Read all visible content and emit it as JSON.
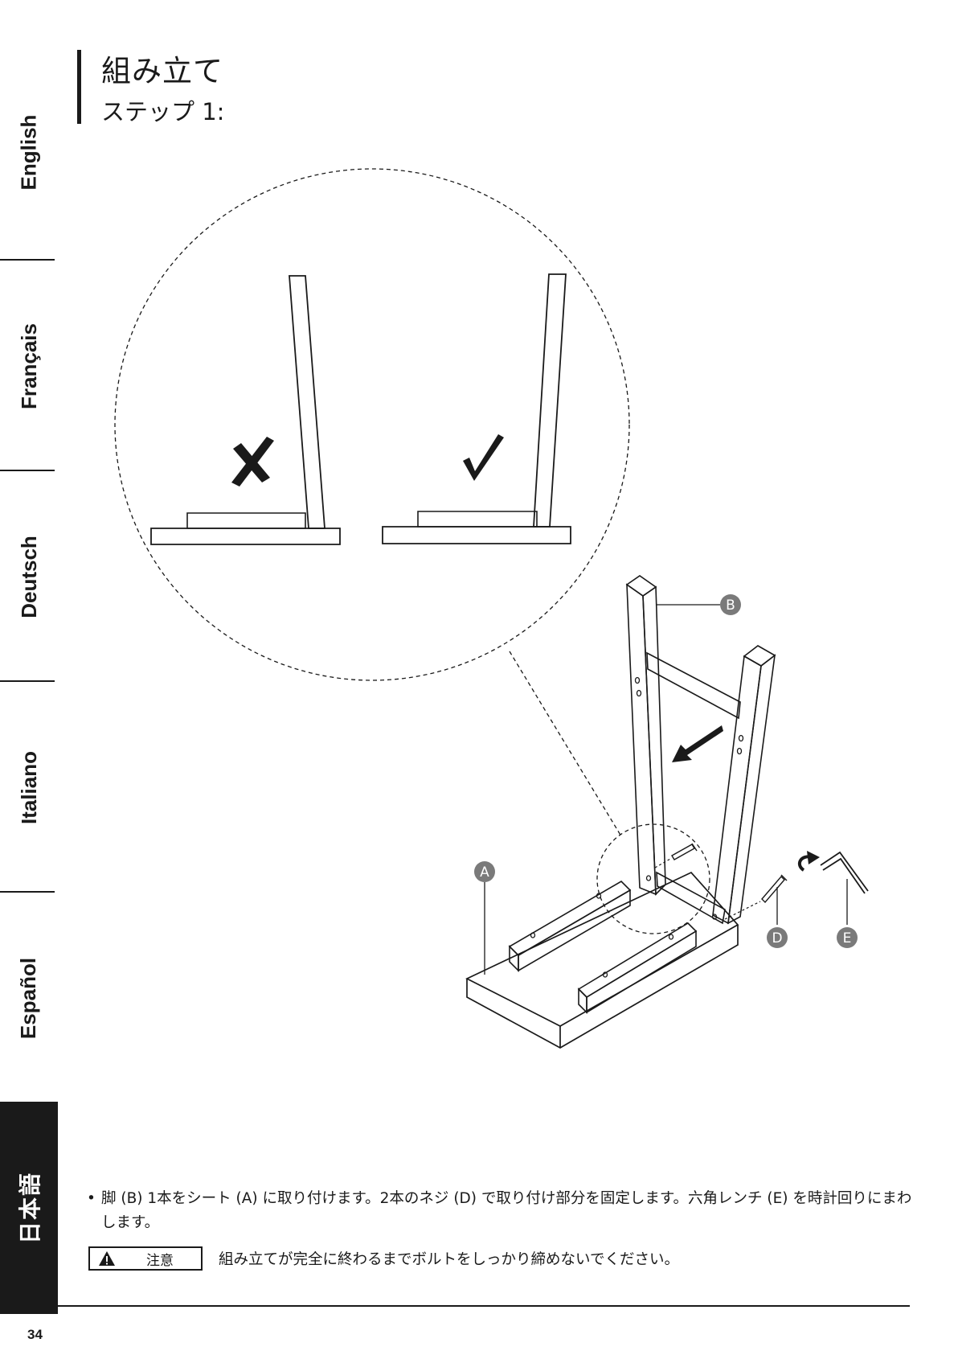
{
  "languages": [
    {
      "label": "English"
    },
    {
      "label": "Français"
    },
    {
      "label": "Deutsch"
    },
    {
      "label": "Italiano"
    },
    {
      "label": "Español"
    },
    {
      "label": "日本語"
    }
  ],
  "heading": {
    "title": "組み立て",
    "step": "ステップ 1:"
  },
  "callouts": {
    "seat": "A",
    "leg": "B",
    "screw": "D",
    "wrench": "E"
  },
  "instructions": {
    "text": "脚 (B) 1本をシート (A) に取り付けます。2本のネジ (D) で取り付け部分を固定します。六角レンチ (E) を時計回りにまわします。",
    "caution_label": "注意",
    "caution_text": "組み立てが完全に終わるまでボルトをしっかり締めないでください。"
  },
  "page_number": "34",
  "icons": [
    "cross-mark-icon",
    "check-mark-icon",
    "rotate-arrow-icon",
    "push-arrow-icon",
    "warning-icon"
  ]
}
